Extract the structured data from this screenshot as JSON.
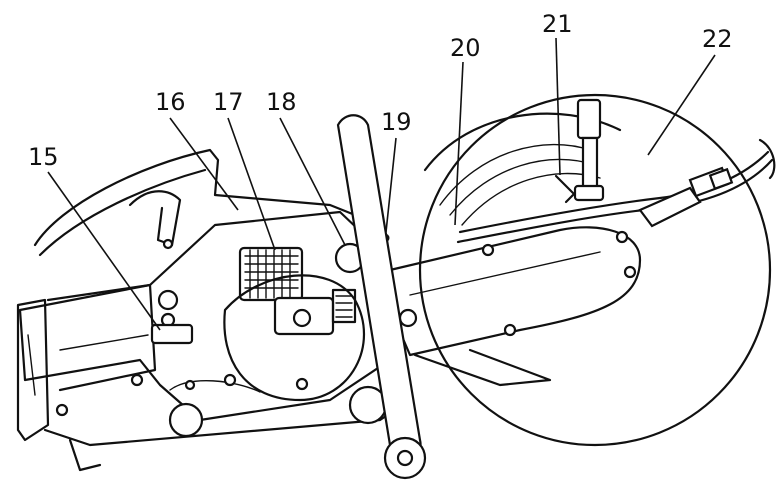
{
  "diagram": {
    "callouts": [
      {
        "id": "15",
        "label": "15"
      },
      {
        "id": "16",
        "label": "16"
      },
      {
        "id": "17",
        "label": "17"
      },
      {
        "id": "18",
        "label": "18"
      },
      {
        "id": "19",
        "label": "19"
      },
      {
        "id": "20",
        "label": "20"
      },
      {
        "id": "21",
        "label": "21"
      },
      {
        "id": "22",
        "label": "22"
      }
    ]
  }
}
